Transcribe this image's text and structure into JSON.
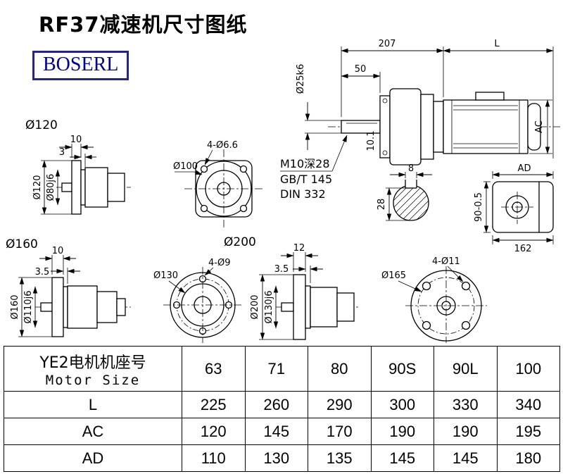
{
  "page": {
    "title": "RF37减速机尺寸图纸",
    "logo": "BOSERL"
  },
  "main_view": {
    "dim_207": "207",
    "dim_l": "L",
    "dim_50": "50",
    "dim_shaft_dia": "Ø25k6",
    "dim_ac": "AC",
    "dim_key": "10.1",
    "note_tap": "M10深28",
    "note_gbt": "GB/T 145",
    "note_din": "DIN 332"
  },
  "shaft_section": {
    "dim_key_width": "8",
    "dim_height": "28"
  },
  "ad_view": {
    "dim_ad": "AD",
    "dim_90": "90-0.5",
    "dim_162": "162"
  },
  "flange120": {
    "label": "Ø120",
    "dim_10": "10",
    "dim_3": "3",
    "dim_d120": "Ø120",
    "dim_d80": "Ø80j6"
  },
  "flange100": {
    "dim_holes": "4-Ø6.6",
    "dim_d100": "Ø100"
  },
  "flange160": {
    "label": "Ø160",
    "dim_10": "10",
    "dim_35": "3.5",
    "dim_d160": "Ø160",
    "dim_d110": "Ø110j6"
  },
  "flange200_front": {
    "label": "Ø200",
    "dim_holes": "4-Ø9",
    "dim_d130": "Ø130"
  },
  "flange200_side": {
    "dim_12": "12",
    "dim_35": "3.5",
    "dim_d200": "Ø200",
    "dim_d130": "Ø130j6"
  },
  "flange165": {
    "dim_holes": "4-Ø11",
    "dim_d165": "Ø165"
  },
  "table": {
    "header_cn": "YE2电机机座号",
    "header_en": "Motor Size",
    "sizes": [
      "63",
      "71",
      "80",
      "90S",
      "90L",
      "100"
    ],
    "rows": [
      {
        "label": "L",
        "values": [
          "225",
          "260",
          "290",
          "300",
          "330",
          "340"
        ]
      },
      {
        "label": "AC",
        "values": [
          "120",
          "145",
          "170",
          "190",
          "190",
          "195"
        ]
      },
      {
        "label": "AD",
        "values": [
          "110",
          "130",
          "135",
          "145",
          "145",
          "180"
        ]
      }
    ]
  }
}
